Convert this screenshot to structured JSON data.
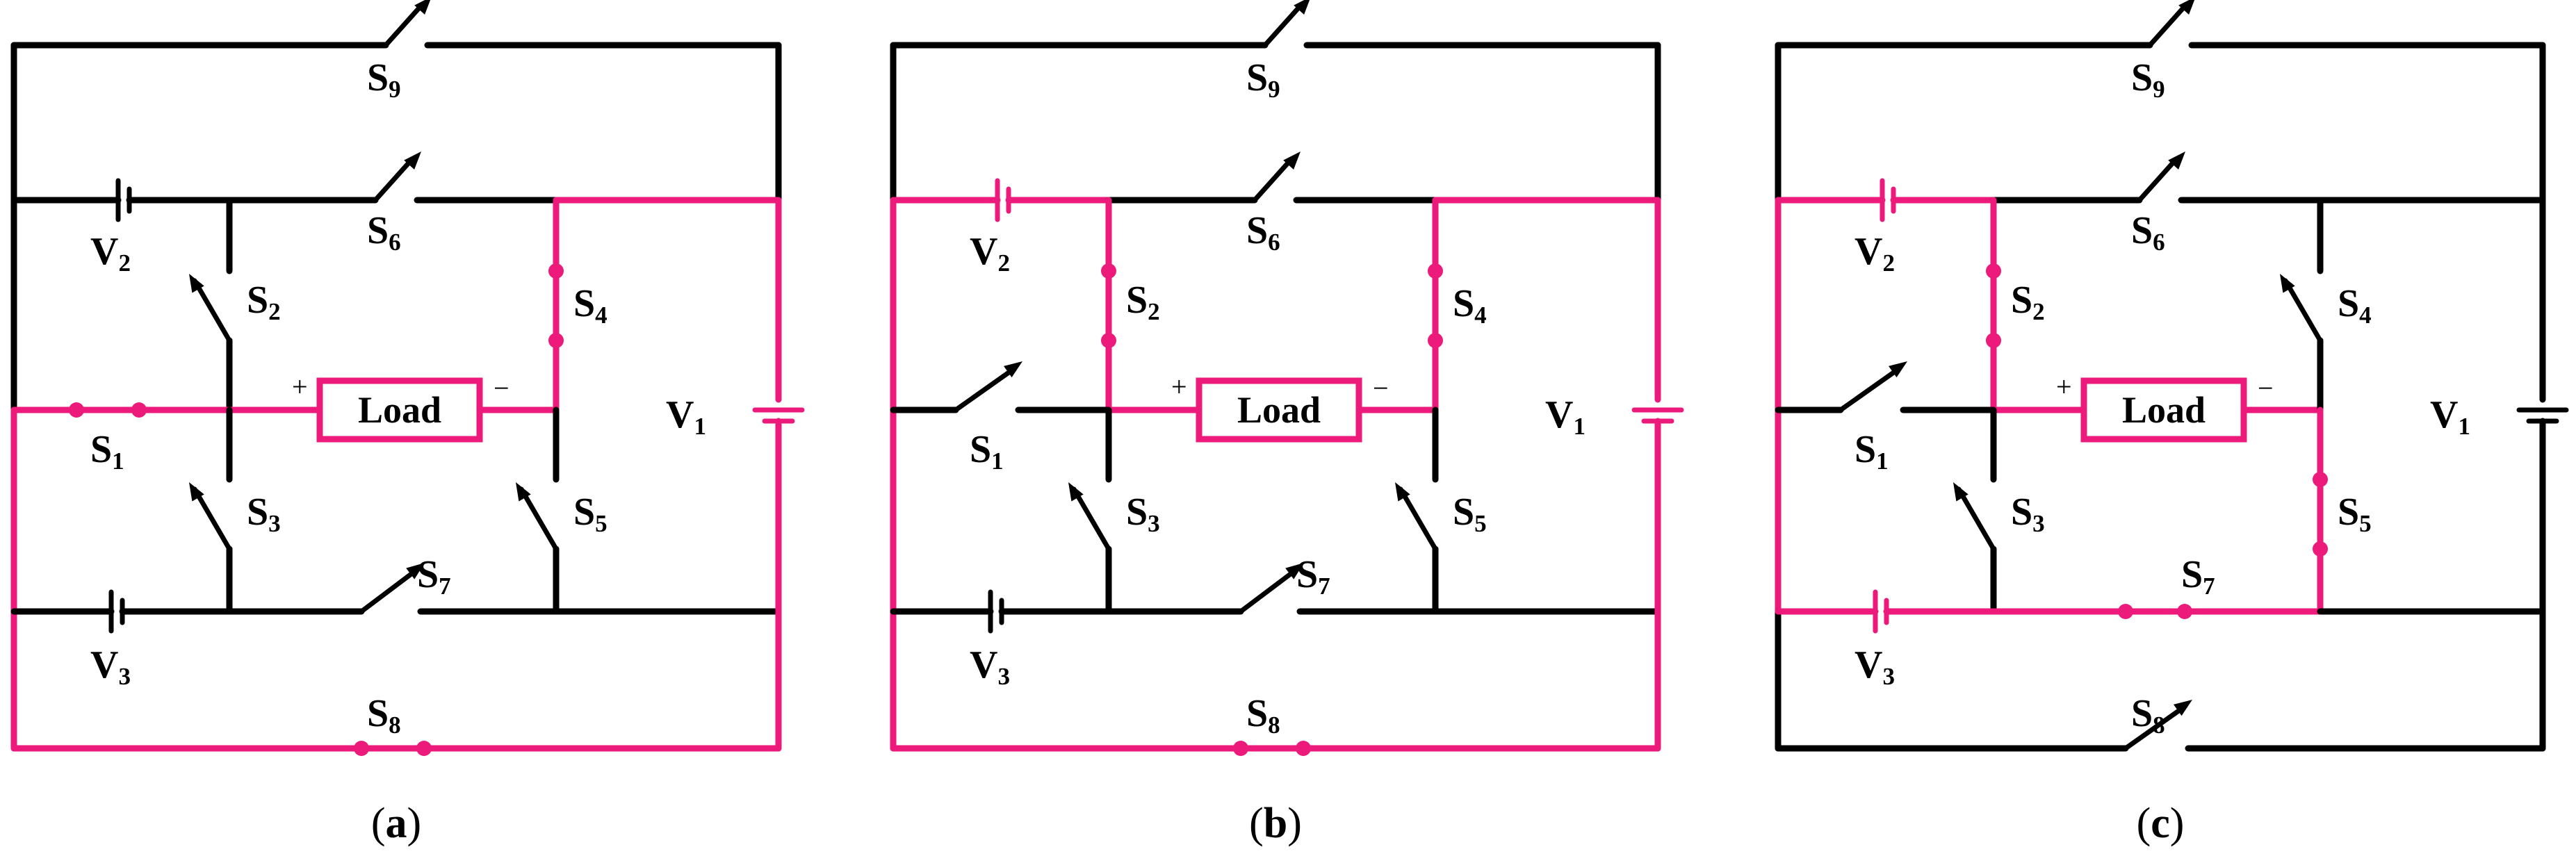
{
  "colors": {
    "active": "#ec1a7a",
    "inactive": "#000000",
    "background": "#ffffff"
  },
  "labels": {
    "s1": "S",
    "s2": "S",
    "s3": "S",
    "s4": "S",
    "s5": "S",
    "s6": "S",
    "s7": "S",
    "s8": "S",
    "s9": "S",
    "s1_sub": "1",
    "s2_sub": "2",
    "s3_sub": "3",
    "s4_sub": "4",
    "s5_sub": "5",
    "s6_sub": "6",
    "s7_sub": "7",
    "s8_sub": "8",
    "s9_sub": "9",
    "v1": "V",
    "v1_sub": "1",
    "v2": "V",
    "v2_sub": "2",
    "v3": "V",
    "v3_sub": "3",
    "load": "Load",
    "plus": "+",
    "minus": "−"
  },
  "panels": [
    {
      "caption_open": "(",
      "caption_letter": "a",
      "caption_close": ")",
      "closed_switches": [
        "S1",
        "S4",
        "S8"
      ],
      "active_sources": [
        "V1"
      ]
    },
    {
      "caption_open": "(",
      "caption_letter": "b",
      "caption_close": ")",
      "closed_switches": [
        "S2",
        "S4",
        "S8"
      ],
      "active_sources": [
        "V1",
        "V2"
      ]
    },
    {
      "caption_open": "(",
      "caption_letter": "c",
      "caption_close": ")",
      "closed_switches": [
        "S2",
        "S5",
        "S7"
      ],
      "active_sources": [
        "V2",
        "V3"
      ]
    }
  ]
}
